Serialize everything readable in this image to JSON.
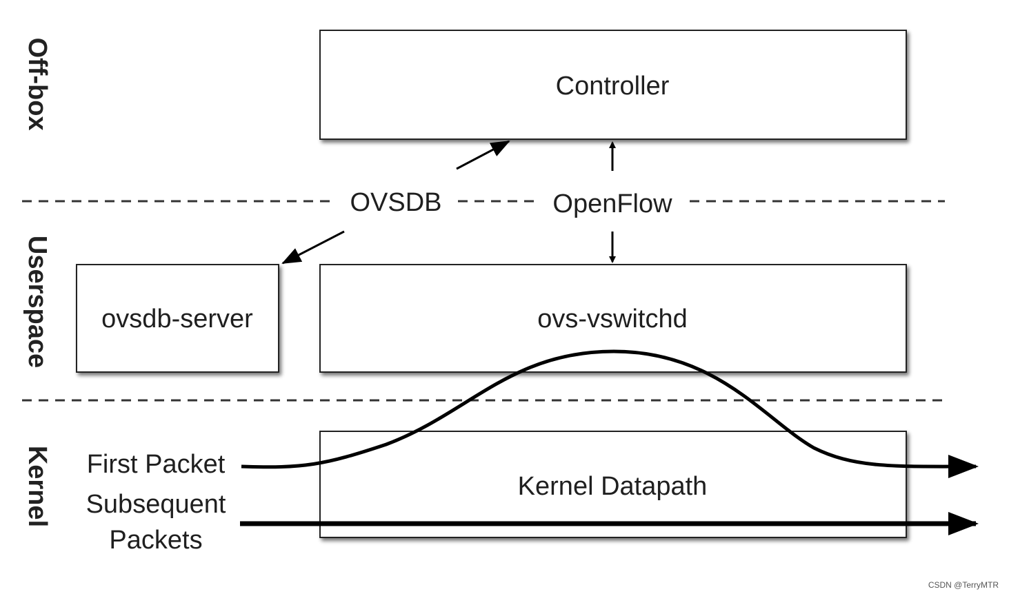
{
  "layers": {
    "off_box": "Off-box",
    "userspace": "Userspace",
    "kernel": "Kernel"
  },
  "boxes": {
    "controller": "Controller",
    "ovsdb_server": "ovsdb-server",
    "ovs_vswitchd": "ovs-vswitchd",
    "kernel_datapath": "Kernel Datapath"
  },
  "protocols": {
    "ovsdb": "OVSDB",
    "openflow": "OpenFlow"
  },
  "packets": {
    "first_packet": "First Packet",
    "subsequent_line1": "Subsequent",
    "subsequent_line2": "Packets"
  },
  "watermark": "CSDN @TerryMTR",
  "colors": {
    "line": "#000000",
    "box_border": "#222222",
    "box_fill": "#ffffff",
    "shadow": "#9a9a9a",
    "dashed": "#333333"
  }
}
